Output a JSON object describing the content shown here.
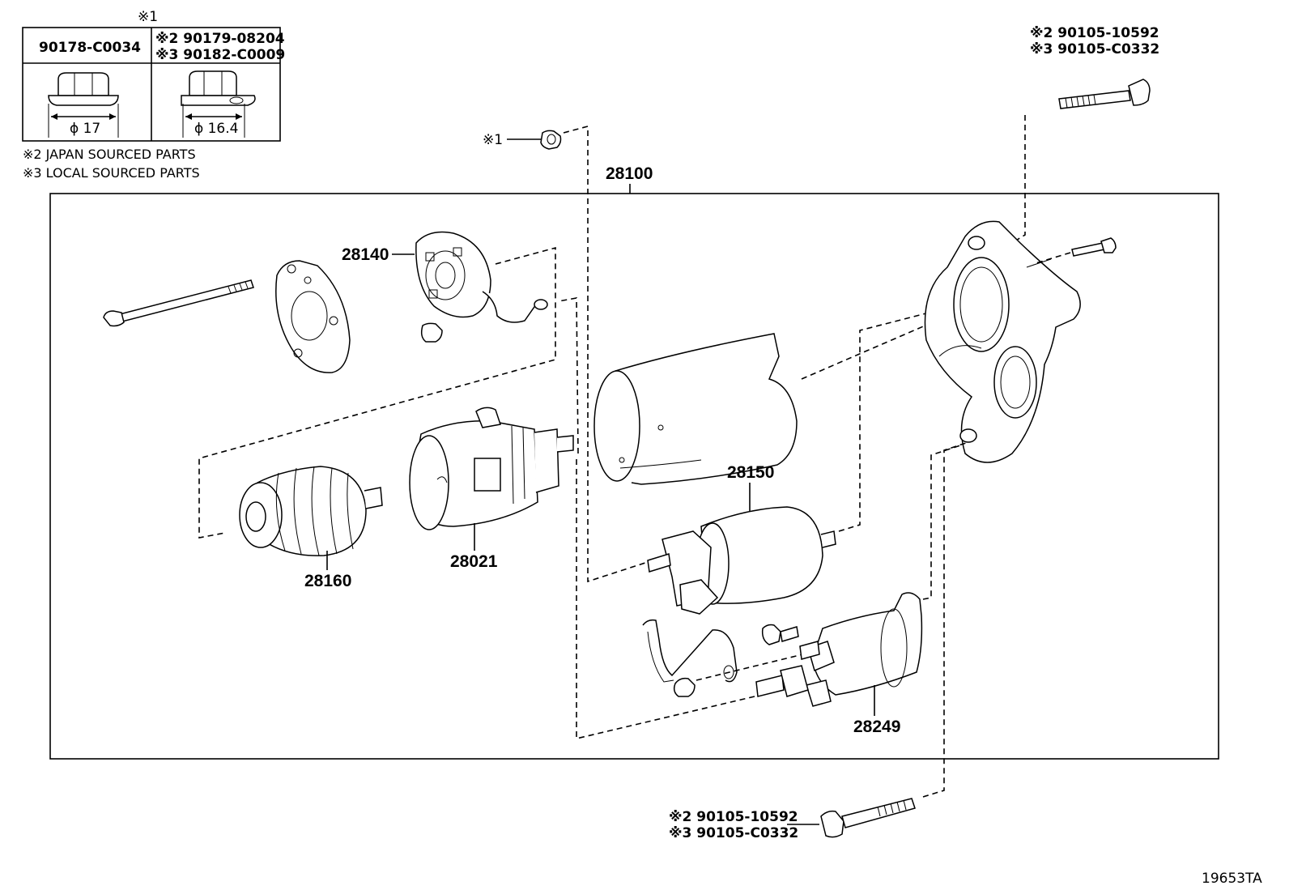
{
  "legend": {
    "mark1": "※1",
    "col1_part": "90178-C0034",
    "col2_line1": "※2  90179-08204",
    "col2_line2": "※3  90182-C0009",
    "col1_dia": "ϕ 17",
    "col2_dia": "ϕ 16.4",
    "note_japan": "※2 JAPAN SOURCED PARTS",
    "note_local": "※3 LOCAL SOURCED PARTS"
  },
  "callouts": {
    "top_bolt_line1": "※2 90105-10592",
    "top_bolt_line2": "※3 90105-C0332",
    "nut_mark": "※1",
    "assembly": "28100",
    "p28140": "28140",
    "p28150": "28150",
    "p28160": "28160",
    "p28021": "28021",
    "p28249": "28249",
    "bottom_bolt_line1": "※2 90105-10592",
    "bottom_bolt_line2": "※3 90105-C0332"
  },
  "figure_id": "19653TA"
}
